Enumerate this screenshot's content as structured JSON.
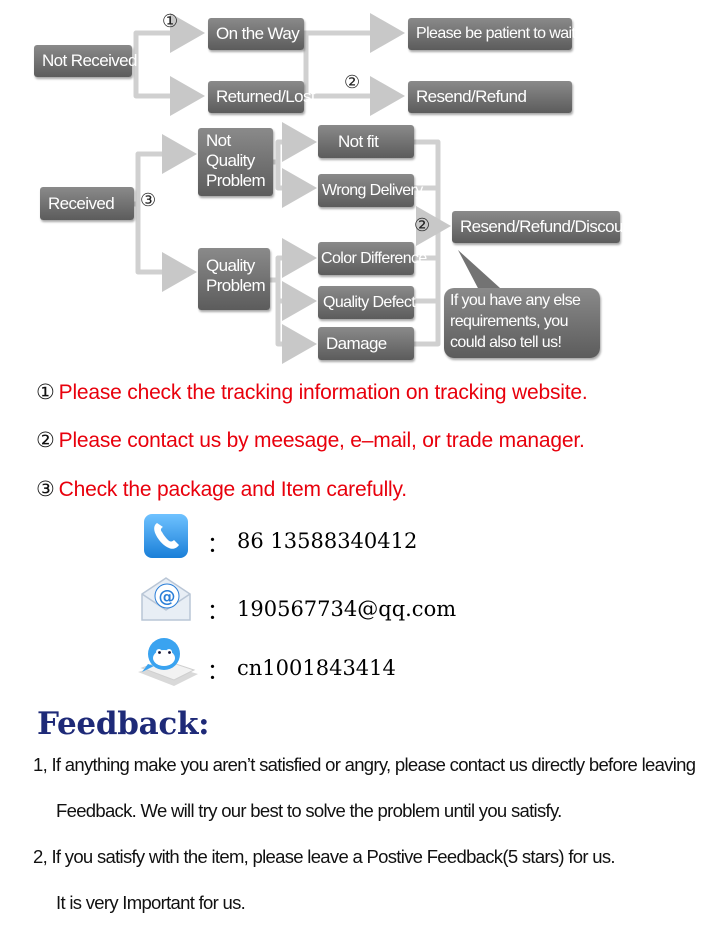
{
  "flow": {
    "not_received": "Not Received",
    "on_the_way": "On the Way",
    "returned_lost": "Returned/Lost",
    "please_wait": "Please be patient to wait",
    "resend_refund": "Resend/Refund",
    "received": "Received",
    "not_quality_problem": "Not Quality Problem",
    "quality_problem": "Quality Problem",
    "not_fit": "Not fit",
    "wrong_delivery": "Wrong Delivery",
    "color_difference": "Color Difference",
    "quality_defect": "Quality Defect",
    "damage": "Damage",
    "resend_refund_discount": "Resend/Refund/Discount",
    "requirements_note": "If you have any else requirements, you could also tell us!",
    "marker_1": "①",
    "marker_2": "②",
    "marker_3": "③"
  },
  "notes": [
    {
      "num": "①",
      "text": "Please check the tracking information on tracking website."
    },
    {
      "num": "②",
      "text": "Please contact us by meesage, e–mail, or trade manager."
    },
    {
      "num": "③",
      "text": "Check the package and Item carefully."
    }
  ],
  "contacts": [
    {
      "icon": "phone-icon",
      "separator": "：",
      "value": "86 13588340412"
    },
    {
      "icon": "email-icon",
      "separator": "：",
      "value": "190567734@qq.com"
    },
    {
      "icon": "qq-chat-icon",
      "separator": "：",
      "value": "cn1001843414"
    }
  ],
  "feedback": {
    "title": "Feedback:",
    "lines": [
      "1, If anything make you aren’t satisfied or angry, please contact us directly before leaving",
      "Feedback. We will try our best to solve the problem until you satisfy.",
      "2, If you satisfy with the item, please leave a Postive Feedback(5 stars) for us.",
      "It is very Important for us."
    ]
  },
  "colors": {
    "box_gray": "#6f6f6f",
    "note_red": "#e8000c",
    "feedback_blue": "#1e2a78",
    "connector": "#d0d0d0"
  }
}
